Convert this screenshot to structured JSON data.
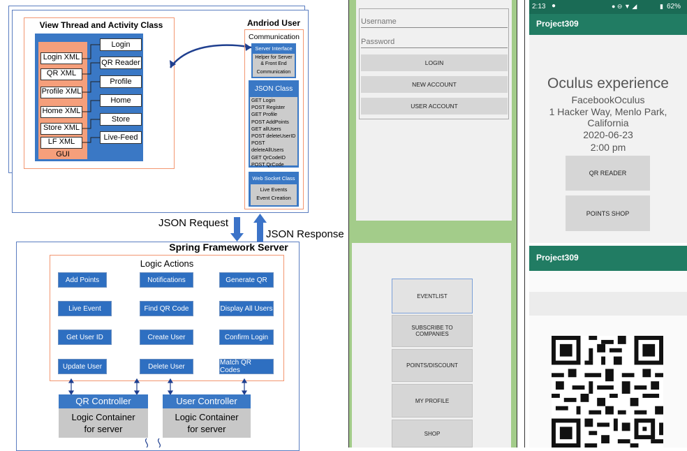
{
  "arch": {
    "view": {
      "title": "View Thread and Activity Class",
      "gui_label": "GUI",
      "xml": [
        "Login XML",
        "QR XML",
        "Profile XML",
        "Home XML",
        "Store XML",
        "LF XML"
      ],
      "activities": [
        "Login",
        "QR Reader",
        "Profile",
        "Home",
        "Store",
        "Live-Feed"
      ]
    },
    "android": {
      "title": "Andriod User",
      "communication": "Communication",
      "server_interface": "Server Interface",
      "helper_line1": "Helper for Server",
      "helper_line2": "& Front End",
      "helper_line3": "Communication",
      "json_class": "JSON Class",
      "endpoints": [
        "GET Login",
        "POST Register",
        "GET Profile",
        "POST AddPoints",
        "GET allUsers",
        "POST deleteUserID",
        "POST deleteAllUsers",
        "GET QrCodeID",
        "POST QrCode"
      ],
      "websocket_class": "Web Socket Class",
      "websocket_items": [
        "Live Events",
        "Event Creation"
      ]
    },
    "json_request": "JSON Request",
    "json_response": "JSON Response",
    "server": {
      "title": "Spring Framework Server",
      "logic_title": "Logic Actions",
      "actions": [
        "Add Points",
        "Notifications",
        "Generate QR",
        "Live Event",
        "Find QR Code",
        "Display All Users",
        "Get User ID",
        "Create User",
        "Confirm Login",
        "Update User",
        "Delete User",
        "Match QR Codes"
      ],
      "qr_controller": "QR Controller",
      "user_controller": "User Controller",
      "container_line1": "Logic Container",
      "container_line2": "for server"
    }
  },
  "login_screen": {
    "username_placeholder": "Username",
    "password_placeholder": "Password",
    "buttons": [
      "LOGIN",
      "NEW ACCOUNT",
      "USER ACCOUNT"
    ]
  },
  "menu_screen": {
    "buttons": [
      "EVENTLIST",
      "SUBSCRIBE TO COMPANIES",
      "POINTS/DISCOUNT",
      "MY PROFILE",
      "SHOP"
    ]
  },
  "event_screen": {
    "status_time": "2:13",
    "status_battery": "62%",
    "app_title": "Project309",
    "event_title": "Oculus experience",
    "company": "FacebookOculus",
    "address": "1 Hacker Way, Menlo Park, California",
    "date": "2020-06-23",
    "time": "2:00 pm",
    "buttons": [
      "QR READER",
      "POINTS SHOP"
    ]
  },
  "qr_screen": {
    "app_title": "Project309"
  },
  "colors": {
    "primary_dark": "#1a6b55",
    "primary": "#217c63",
    "diagram_blue": "#3a78c5",
    "diagram_orange": "#f5a07e",
    "panel_green": "#a3cc8a"
  }
}
